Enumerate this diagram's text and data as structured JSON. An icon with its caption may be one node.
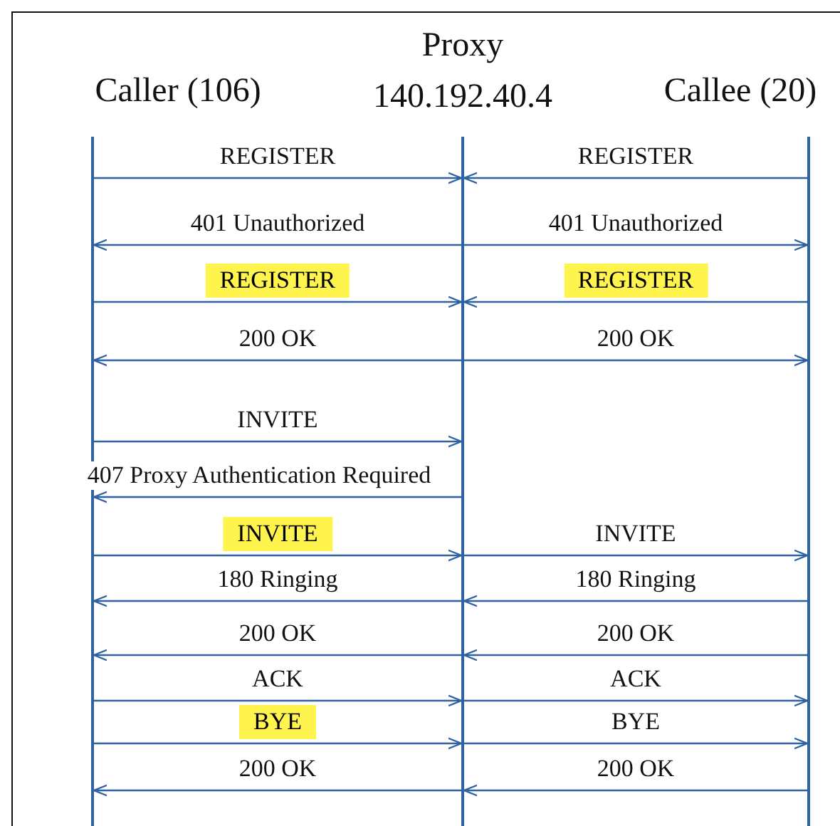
{
  "diagram": {
    "nodes": [
      {
        "text": [
          "Caller (106)"
        ]
      },
      {
        "text": [
          "Proxy 140.192.40.4"
        ]
      },
      {
        "text": [
          "Callee (20)"
        ]
      }
    ],
    "edges": [
      {
        "from": 0,
        "to": 1,
        "arrow": "to",
        "label": "REGISTER"
      },
      {
        "from": 2,
        "to": 1,
        "arrow": "to",
        "label": "REGISTER"
      },
      {
        "from": 1,
        "to": 0,
        "arrow": "to",
        "label": "401 Unauthorized"
      },
      {
        "from": 1,
        "to": 2,
        "arrow": "to",
        "label": "401 Unauthorized"
      },
      {
        "from": 0,
        "to": 1,
        "arrow": "to",
        "label": "REGISTER"
      },
      {
        "from": 2,
        "to": 1,
        "arrow": "to",
        "label": "REGISTER"
      },
      {
        "from": 1,
        "to": 0,
        "arrow": "to",
        "label": "200 OK"
      },
      {
        "from": 1,
        "to": 2,
        "arrow": "to",
        "label": "200 OK"
      },
      {
        "from": 0,
        "to": 1,
        "arrow": "to",
        "label": "INVITE"
      },
      {
        "from": 1,
        "to": 0,
        "arrow": "to",
        "label": "407 Proxy Authentication Required"
      },
      {
        "from": 0,
        "to": 1,
        "arrow": "to",
        "label": "INVITE"
      },
      {
        "from": 1,
        "to": 2,
        "arrow": "to",
        "label": "INVITE"
      },
      {
        "from": 1,
        "to": 0,
        "arrow": "to",
        "label": "180 Ringing"
      },
      {
        "from": 2,
        "to": 1,
        "arrow": "to",
        "label": "180 Ringing"
      },
      {
        "from": 1,
        "to": 0,
        "arrow": "to",
        "label": "200 OK"
      },
      {
        "from": 2,
        "to": 1,
        "arrow": "to",
        "label": "200 OK"
      },
      {
        "from": 0,
        "to": 1,
        "arrow": "to",
        "label": "ACK"
      },
      {
        "from": 1,
        "to": 2,
        "arrow": "to",
        "label": "ACK"
      },
      {
        "from": 0,
        "to": 1,
        "arrow": "to",
        "label": "BYE"
      },
      {
        "from": 1,
        "to": 2,
        "arrow": "to",
        "label": "BYE"
      },
      {
        "from": 1,
        "to": 0,
        "arrow": "to",
        "label": "200 OK"
      },
      {
        "from": 2,
        "to": 1,
        "arrow": "to",
        "label": "200 OK"
      }
    ]
  }
}
